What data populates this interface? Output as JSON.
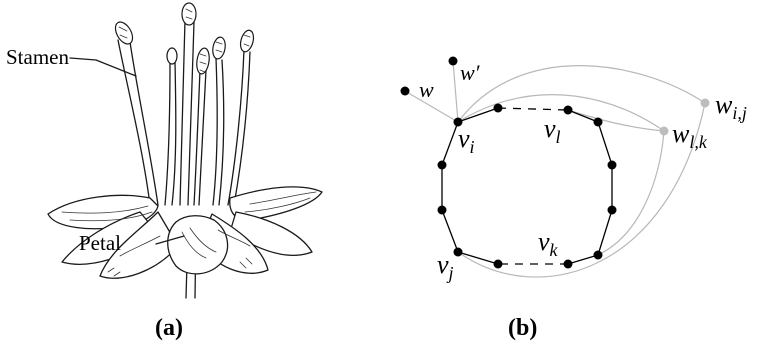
{
  "panel_a": {
    "caption": "(a)",
    "labels": {
      "stamen": "Stamen",
      "petal": "Petal"
    }
  },
  "panel_b": {
    "caption": "(b)",
    "labels": {
      "w": "w",
      "w_prime": "w′",
      "v_i": "v",
      "v_i_sub": "i",
      "v_l": "v",
      "v_l_sub": "l",
      "v_k": "v",
      "v_k_sub": "k",
      "v_j": "v",
      "v_j_sub": "j",
      "w_ij": "w",
      "w_ij_sub": "i,j",
      "w_lk": "w",
      "w_lk_sub": "l,k"
    }
  }
}
